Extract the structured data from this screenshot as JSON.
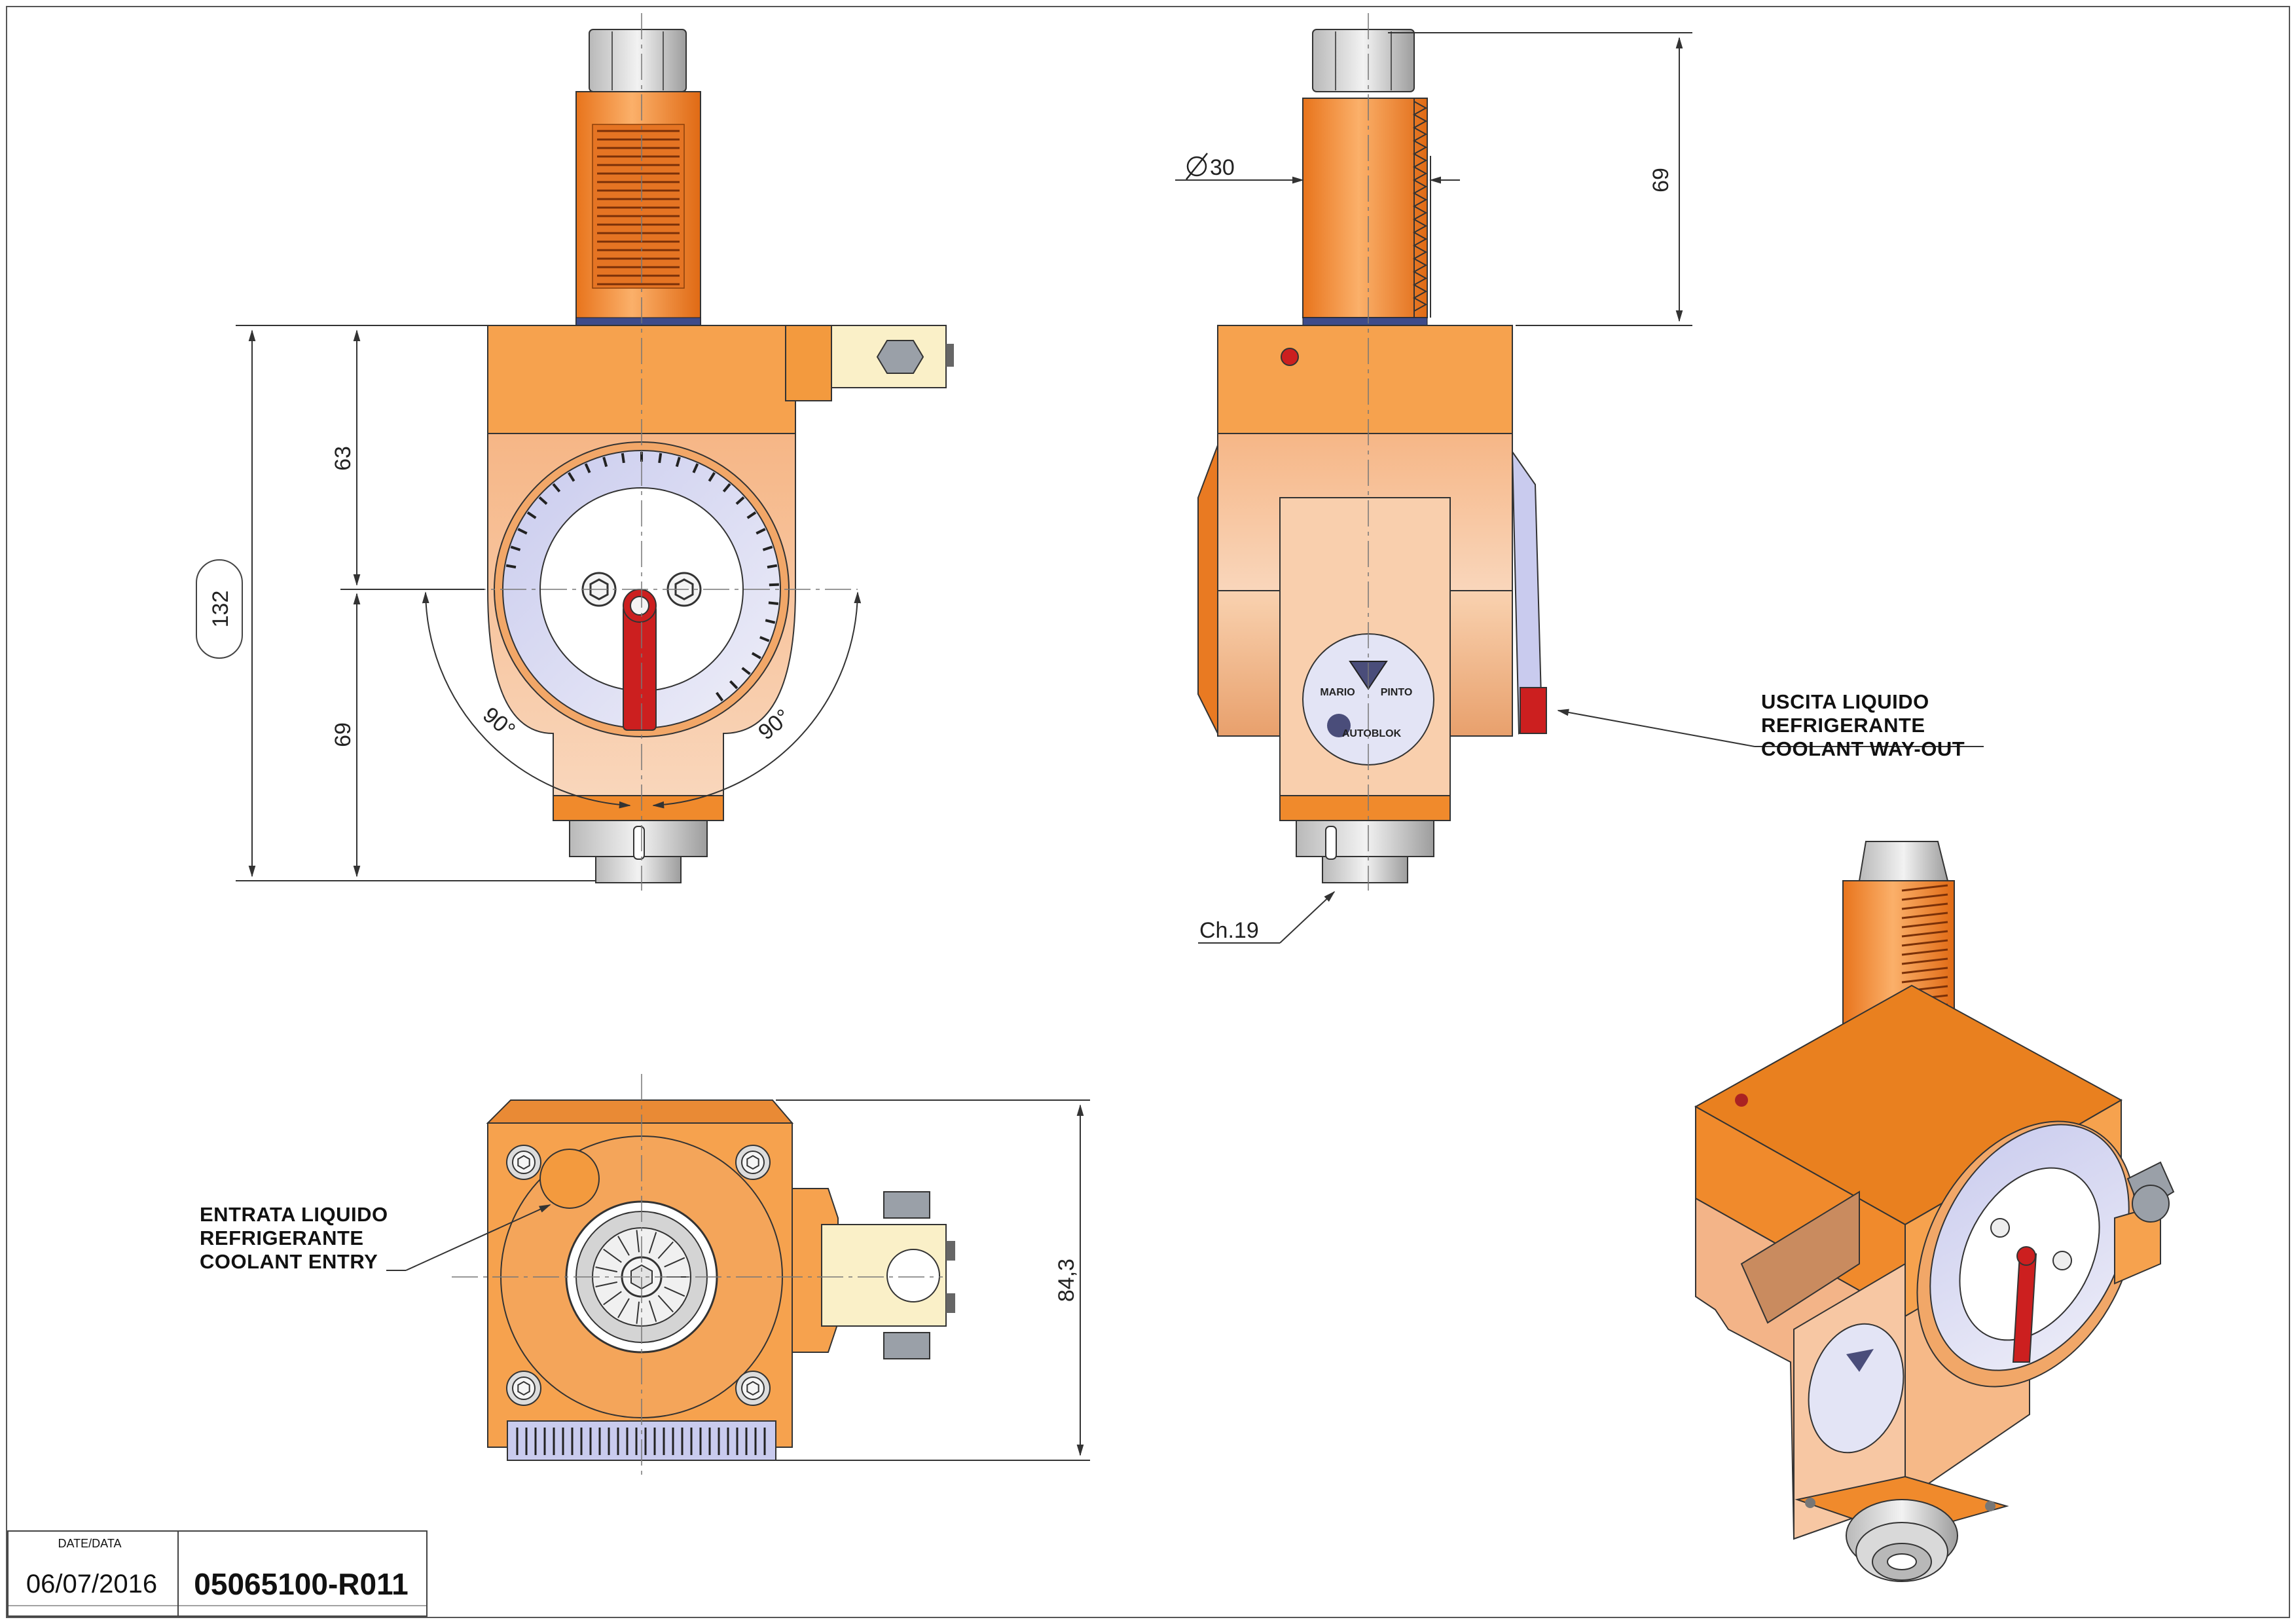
{
  "dimensions": {
    "overall_height": "132",
    "upper_height": "63",
    "lower_height": "69",
    "angle_left": "90°",
    "angle_right": "90°",
    "shank_diameter": "30",
    "shank_length": "69",
    "chamfer": "Ch.19",
    "flange_depth": "84,3"
  },
  "notes": {
    "coolant_out": [
      "USCITA LIQUIDO",
      "REFRIGERANTE",
      "COOLANT WAY-OUT"
    ],
    "coolant_in": [
      "ENTRATA LIQUIDO",
      "REFRIGERANTE",
      "COOLANT ENTRY"
    ]
  },
  "logo": {
    "line1": "MARIO",
    "line2": "PINTO",
    "line3": "AUTOBLOK"
  },
  "title_block": {
    "date_label": "DATE/DATA",
    "date": "06/07/2016",
    "drawing_code": "05065100-R011"
  },
  "colors": {
    "orange": "#f0862a",
    "light_orange": "#f9c291",
    "peach": "#f6c9a6",
    "dial": "#d9daf2",
    "red": "#cc1f1f"
  }
}
